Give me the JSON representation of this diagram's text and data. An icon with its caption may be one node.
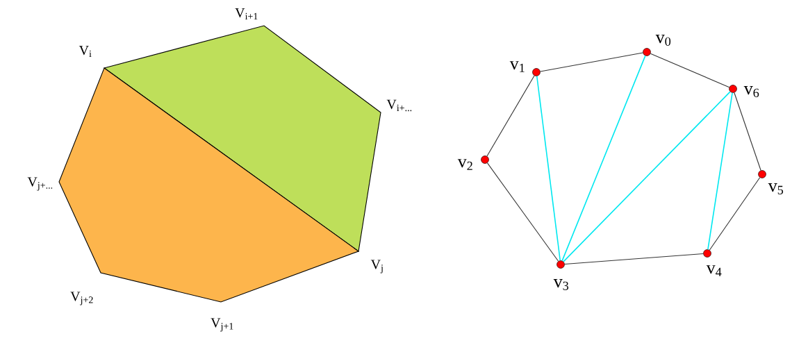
{
  "diagram": {
    "nodes": [
      {
        "text": [],
        "shape": "circle",
        "beside": [
          "v$_{0}$"
        ]
      },
      {
        "text": [],
        "shape": "circle",
        "beside": [
          "v$_{1}$"
        ]
      },
      {
        "text": [],
        "shape": "circle",
        "beside": [
          "v$_{2}$"
        ]
      },
      {
        "text": [],
        "shape": "circle",
        "beside": [
          "v$_{3}$"
        ]
      },
      {
        "text": [],
        "shape": "circle",
        "beside": [
          "v$_{4}$"
        ]
      },
      {
        "text": [],
        "shape": "circle",
        "beside": [
          "v$_{5}$"
        ]
      },
      {
        "text": [],
        "shape": "circle",
        "beside": [
          "v$_{6}$"
        ]
      }
    ],
    "edges": [
      {
        "from": 0,
        "to": 1,
        "arrow": "none"
      },
      {
        "from": 1,
        "to": 2,
        "arrow": "none"
      },
      {
        "from": 2,
        "to": 3,
        "arrow": "none"
      },
      {
        "from": 3,
        "to": 4,
        "arrow": "none"
      },
      {
        "from": 4,
        "to": 5,
        "arrow": "none"
      },
      {
        "from": 5,
        "to": 6,
        "arrow": "none"
      },
      {
        "from": 6,
        "to": 0,
        "arrow": "none"
      },
      {
        "from": 1,
        "to": 3,
        "arrow": "none",
        "color": "#00e8f0"
      },
      {
        "from": 0,
        "to": 3,
        "arrow": "none",
        "color": "#00e8f0"
      },
      {
        "from": 6,
        "to": 3,
        "arrow": "none",
        "color": "#00e8f0"
      },
      {
        "from": 6,
        "to": 4,
        "arrow": "none",
        "color": "#00e8f0"
      }
    ],
    "labels": [
      "V$_{i+1}$",
      "V$_{i}$",
      "V$_{i+...}$",
      "V$_{j+...}$",
      "V$_{j}$",
      "V$_{j+2}$",
      "V$_{j+1}$"
    ]
  }
}
